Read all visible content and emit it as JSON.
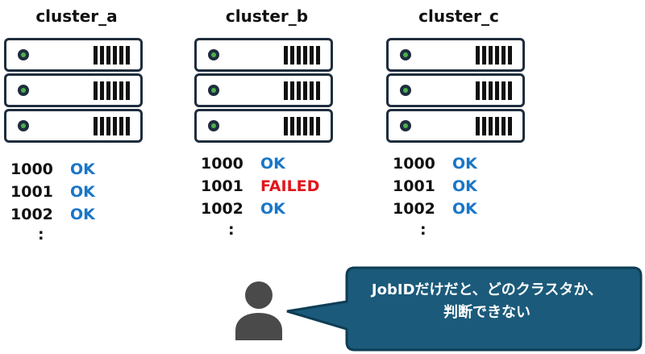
{
  "clusters": [
    {
      "name": "cluster_a",
      "jobs": [
        {
          "id": "1000",
          "status": "OK"
        },
        {
          "id": "1001",
          "status": "OK"
        },
        {
          "id": "1002",
          "status": "OK"
        }
      ],
      "more": ":"
    },
    {
      "name": "cluster_b",
      "jobs": [
        {
          "id": "1000",
          "status": "OK"
        },
        {
          "id": "1001",
          "status": "FAILED"
        },
        {
          "id": "1002",
          "status": "OK"
        }
      ],
      "more": ":"
    },
    {
      "name": "cluster_c",
      "jobs": [
        {
          "id": "1000",
          "status": "OK"
        },
        {
          "id": "1001",
          "status": "OK"
        },
        {
          "id": "1002",
          "status": "OK"
        }
      ],
      "more": ":"
    }
  ],
  "colors": {
    "ok": "#1976c8",
    "failed": "#e0161b",
    "server": "#1f2d3d",
    "bubble": "#1b5a7a",
    "user": "#4a4a4a"
  },
  "icons": {
    "server": "server-rack-icon",
    "user": "user-icon"
  },
  "bubble": {
    "line1": "JobIDだけだと、どのクラスタか、",
    "line2": "判断できない"
  }
}
